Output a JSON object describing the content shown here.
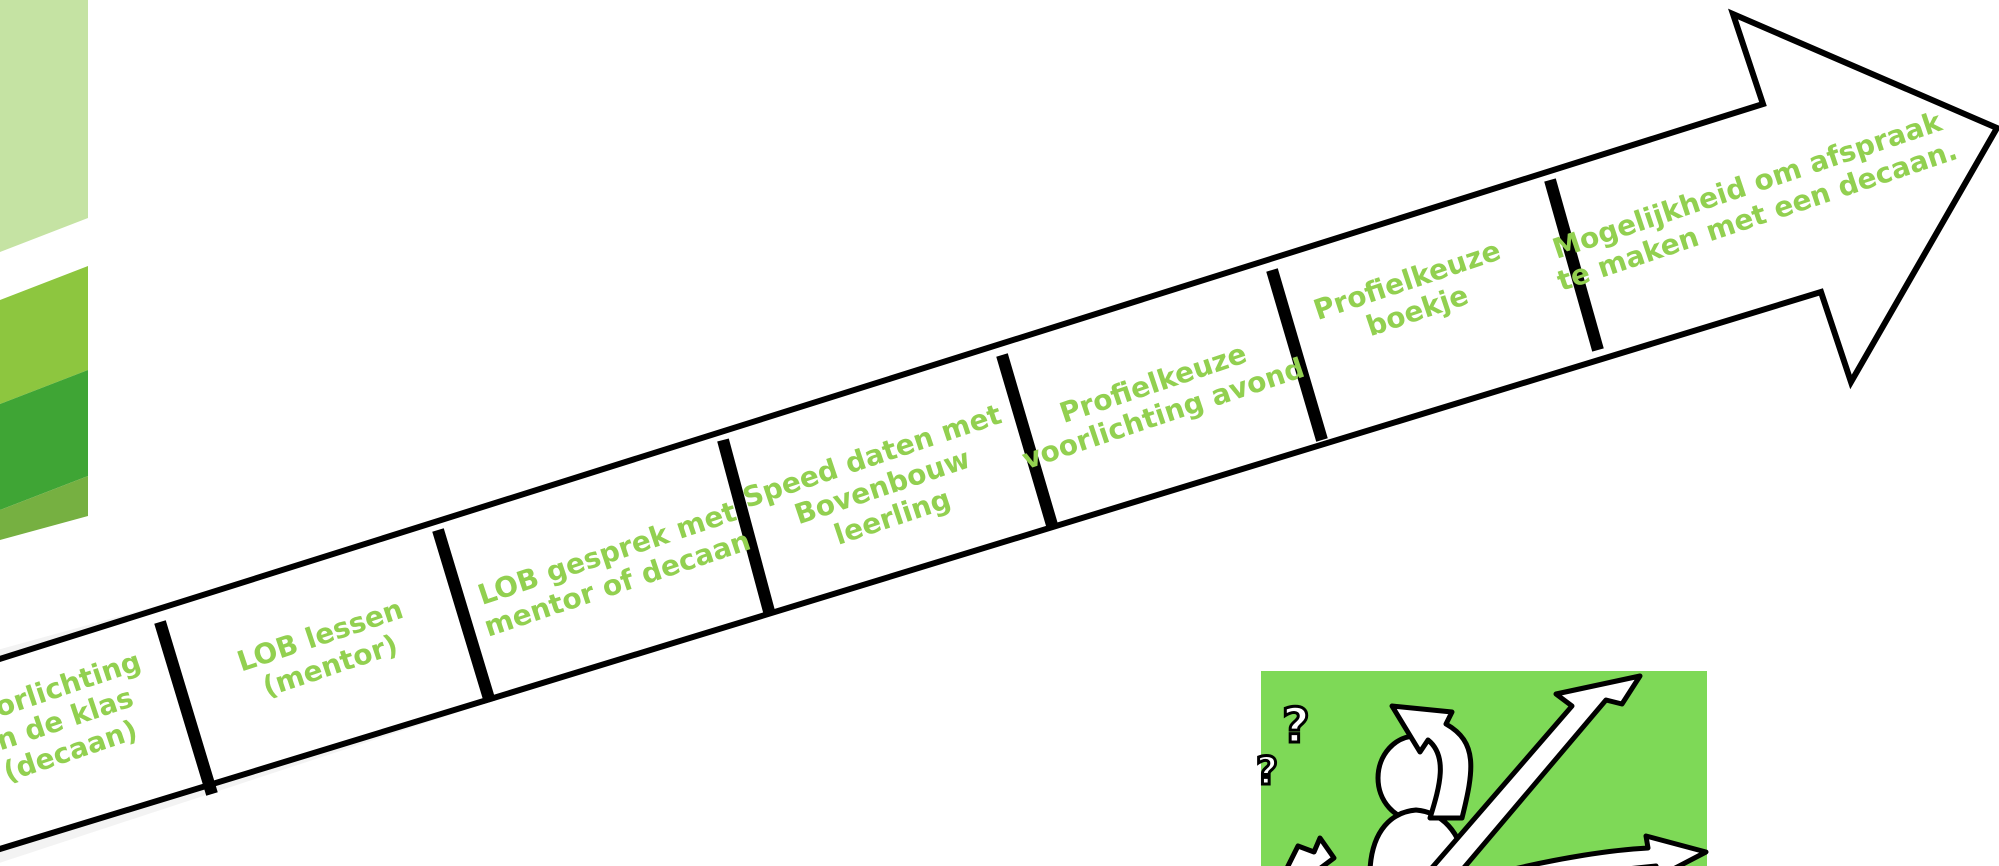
{
  "colors": {
    "bar_light": "#c5e3a3",
    "bar_mid": "#8dc63f",
    "bar_dark": "#3fa535",
    "bar_olive": "#76b041",
    "arrow_outline": "#000000",
    "arrow_fill": "#ffffff",
    "arrow_shadow": "#f3f3f3",
    "text": "#92d050",
    "illustration_bg": "#7ed957",
    "illustration_figure": "#ffffff"
  },
  "arrow": {
    "steps": [
      {
        "lines": [
          "voorlichting",
          "in de klas",
          "(decaan)"
        ]
      },
      {
        "lines": [
          "LOB lessen",
          "(mentor)"
        ]
      },
      {
        "lines": [
          "LOB gesprek met",
          "mentor of decaan"
        ]
      },
      {
        "lines": [
          "Speed daten met",
          "Bovenbouw",
          "leerling"
        ]
      },
      {
        "lines": [
          "Profielkeuze",
          "voorlichting avond"
        ]
      },
      {
        "lines": [
          "Profielkeuze",
          "boekje"
        ]
      },
      {
        "lines": [
          "Mogelijkheid om afspraak",
          "te maken met een decaan."
        ]
      }
    ]
  },
  "illustration": {
    "icon": "confused-person-crossroads-icon",
    "question_mark": "?"
  }
}
